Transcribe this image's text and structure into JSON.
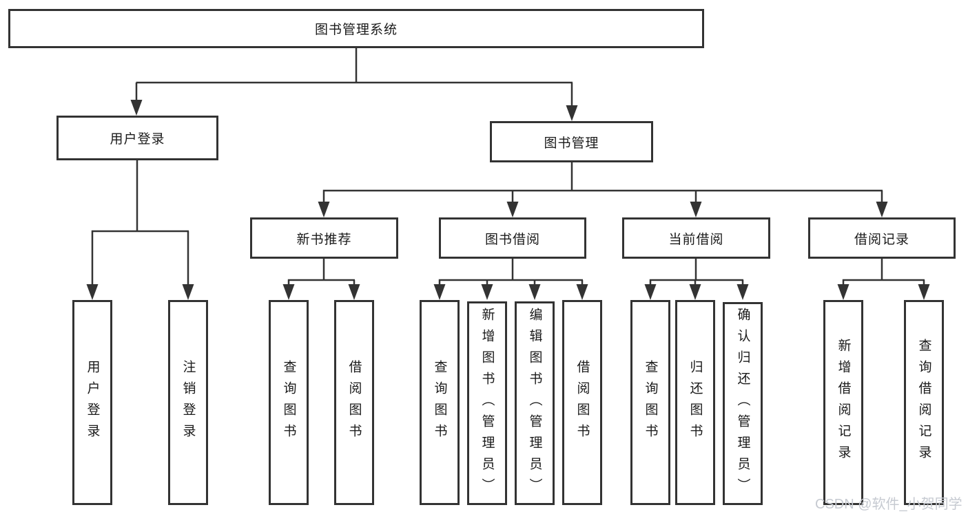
{
  "tree": {
    "root": "图书管理系统",
    "branches": [
      {
        "label": "用户登录",
        "children": [
          "用户登录",
          "注销登录"
        ]
      },
      {
        "label": "图书管理",
        "groups": [
          {
            "label": "新书推荐",
            "children": [
              "查询图书",
              "借阅图书"
            ]
          },
          {
            "label": "图书借阅",
            "children": [
              "查询图书",
              "新增图书（管理员）",
              "编辑图书（管理员）",
              "借阅图书"
            ]
          },
          {
            "label": "当前借阅",
            "children": [
              "查询图书",
              "归还图书",
              "确认归还（管理员）"
            ]
          },
          {
            "label": "借阅记录",
            "children": [
              "新增借阅记录",
              "查询借阅记录"
            ]
          }
        ]
      }
    ]
  },
  "watermark": "CSDN @软件_小贺同学",
  "colors": {
    "line": "#333333",
    "text": "#1a1a1a",
    "watermark": "#c6cad1"
  }
}
